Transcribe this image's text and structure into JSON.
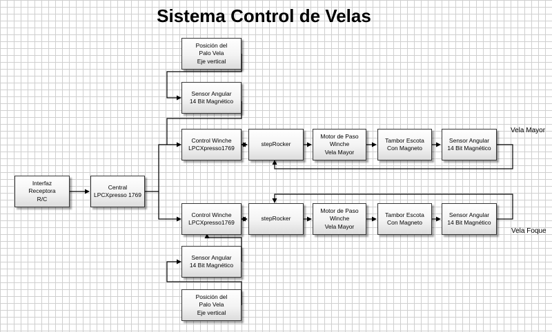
{
  "title": "Sistema Control de Velas",
  "blocks": {
    "interfaz": "Interfaz\nReceptora\nR/C",
    "central": "Central\nLPCXpresso 1769",
    "posicion_top": "Posición del\nPalo Vela\nEje vertical",
    "sensor_top": "Sensor Angular\n14 Bit Magnético",
    "control_mayor": "Control Winche\nLPCXpresso1769",
    "steprocker_mayor": "stepRocker",
    "motor_mayor": "Motor de Paso\nWinche\nVela Mayor",
    "tambor_mayor": "Tambor Escota\nCon Magneto",
    "sensor_mayor": "Sensor Angular\n14 Bit Magnético",
    "control_foque": "Control Winche\nLPCXpresso1769",
    "steprocker_foque": "stepRocker",
    "motor_foque": "Motor de Paso\nWinche\nVela Mayor",
    "tambor_foque": "Tambor Escota\nCon Magneto",
    "sensor_foque": "Sensor Angular\n14 Bit Magnético",
    "sensor_bottom": "Sensor Angular\n14 Bit Magnético",
    "posicion_bottom": "Posición del\nPalo Vela\nEje vertical"
  },
  "labels": {
    "vela_mayor": "Vela Mayor",
    "vela_foque": "Vela Foque"
  }
}
